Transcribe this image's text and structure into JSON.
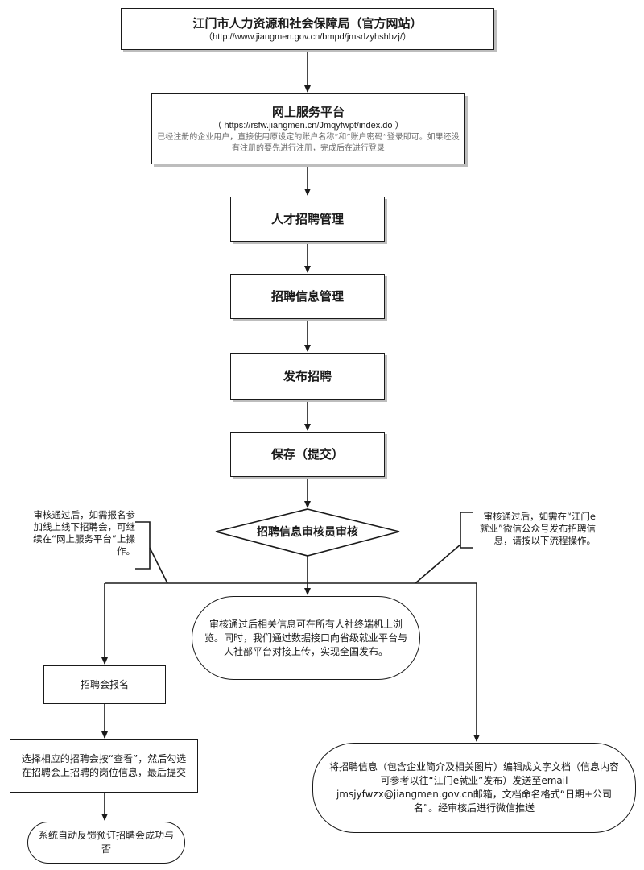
{
  "boxes": {
    "hrss_bureau": {
      "title": "江门市人力资源和社会保障局（官方网站）",
      "url": "（http://www.jiangmen.gov.cn/bmpd/jmsrlzyhshbzj/）"
    },
    "online_platform": {
      "title": "网上服务平台",
      "url": "（ https://rsfw.jiangmen.cn/Jmqyfwpt/index.do ）",
      "note": "已经注册的企业用户，直接使用原设定的账户名称“和”账户密码“登录即可。如果还没有注册的要先进行注册，完成后在进行登录"
    },
    "talent_recruit_mgmt": "人才招聘管理",
    "recruit_info_mgmt": "招聘信息管理",
    "publish_recruit": "发布招聘",
    "save_submit": "保存（提交）",
    "auditor_review": "招聘信息审核员审核",
    "after_review_info": "审核通过后相关信息可在所有人社终端机上浏览。同时，我们通过数据接口向省级就业平台与人社部平台对接上传，实现全国发布。",
    "job_fair_signup": "招聘会报名",
    "select_job_fair": "选择相应的招聘会按“查看”，然后勾选在招聘会上招聘的岗位信息，最后提交",
    "auto_feedback": "系统自动反馈预订招聘会成功与否",
    "email_submit": "将招聘信息（包含企业简介及相关图片）编辑成文字文档（信息内容可参考以往“江门e就业”发布）发送至email jmsjyfwzx@jiangmen.gov.cn邮箱，文档命名格式“日期+公司名”。经审核后进行微信推送"
  },
  "notes": {
    "left": "审核通过后，如需报名参加线上线下招聘会，可继续在“网上服务平台”上操作。",
    "right": "审核通过后，如需在“江门e就业”微信公众号发布招聘信息，请按以下流程操作。"
  }
}
